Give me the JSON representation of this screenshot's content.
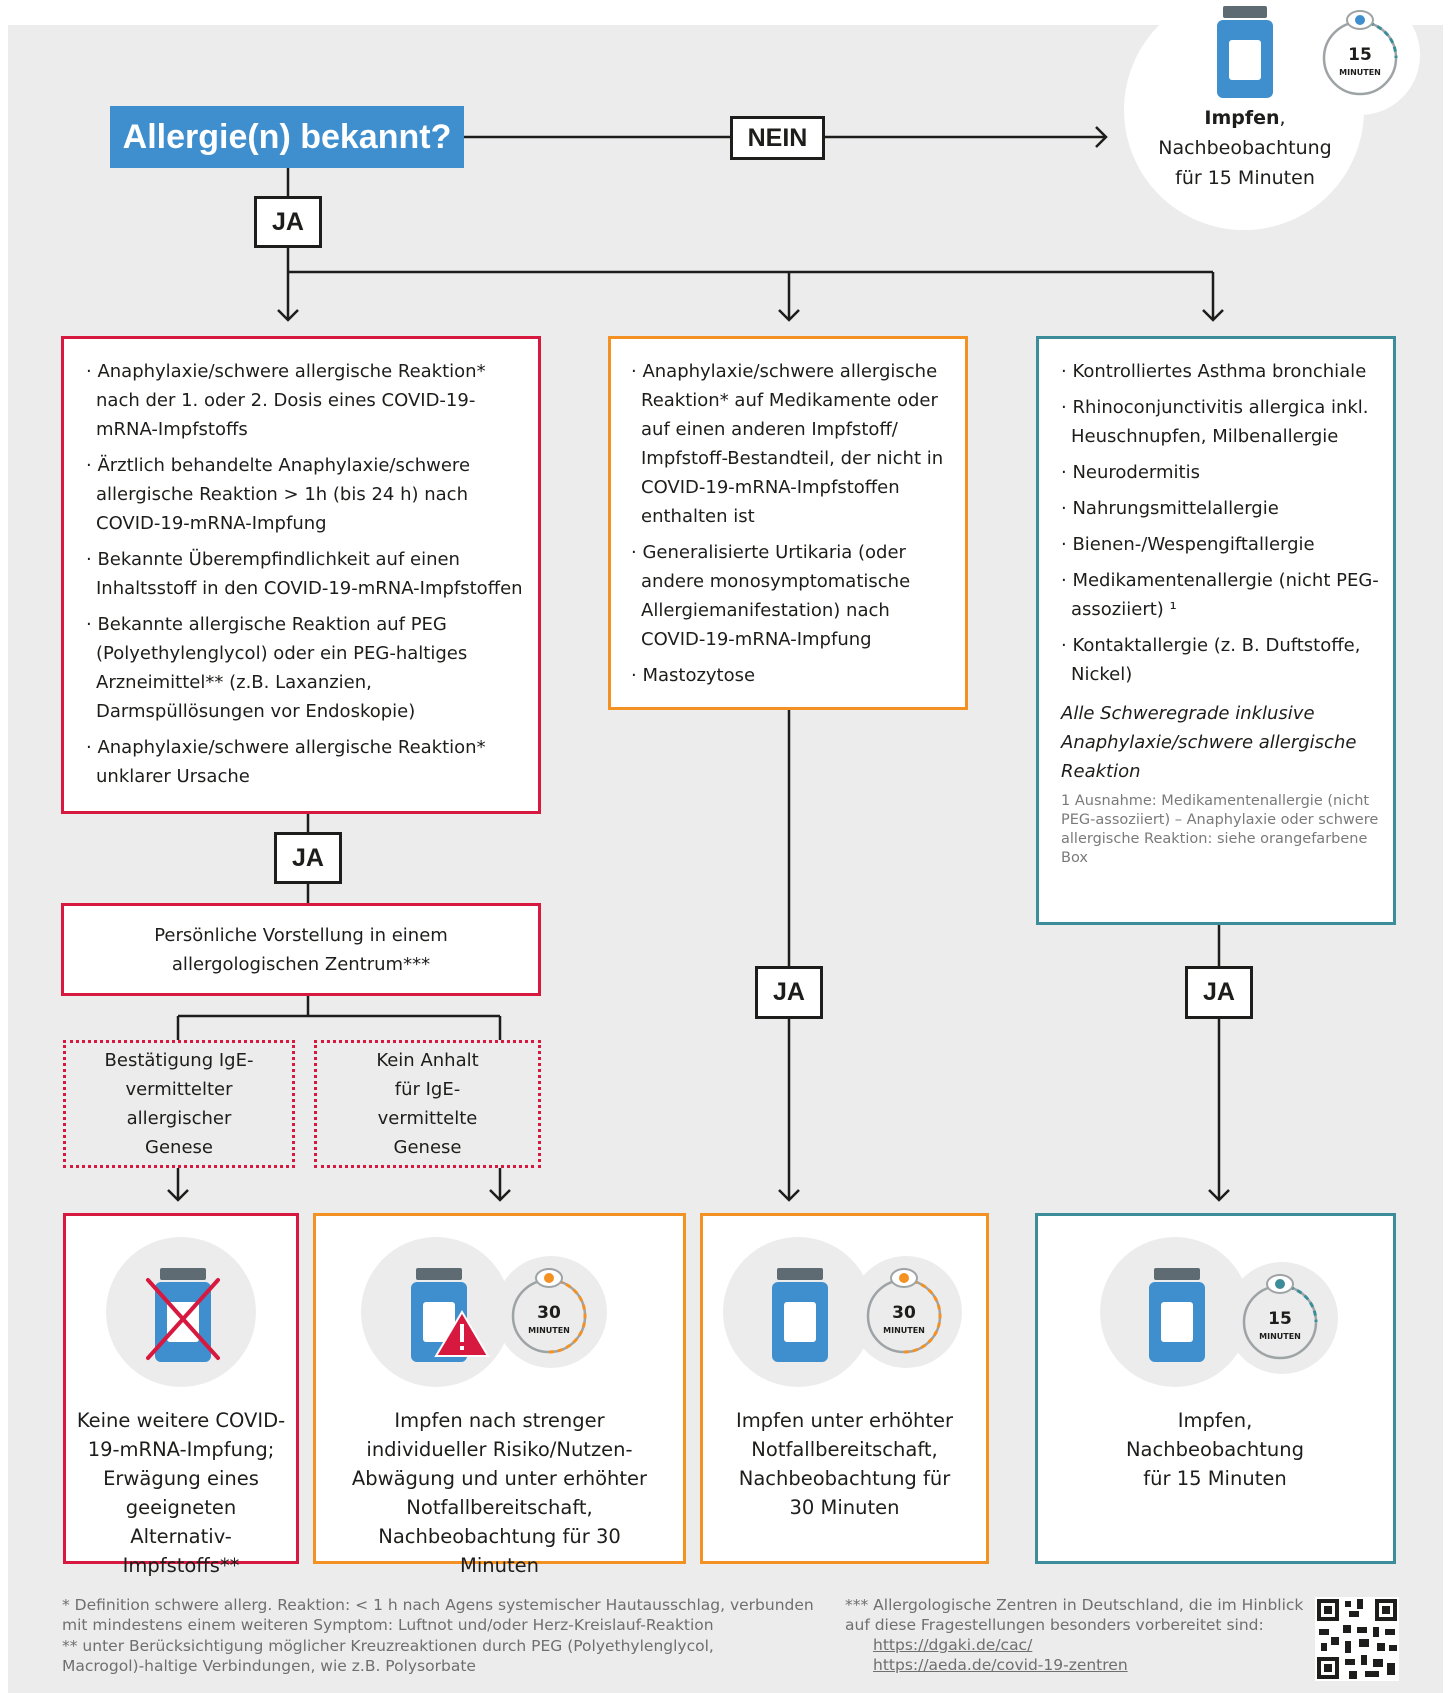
{
  "title": "Allergie(n) bekannt?",
  "labels": {
    "nein": "NEIN",
    "ja": "JA"
  },
  "top_outcome": {
    "bold": "Impfen",
    "rest": ", Nachbeobachtung für 15 Minuten",
    "timer": "15",
    "timer_unit": "MINUTEN"
  },
  "red_box": {
    "items": [
      "· Anaphylaxie/schwere allergische Reaktion* nach der 1. oder 2. Dosis eines COVID-19-mRNA-Impfstoffs",
      "· Ärztlich behandelte Anaphylaxie/schwere allergische Reaktion > 1h (bis 24 h) nach COVID-19-mRNA-Impfung",
      "· Bekannte Überempfindlichkeit auf einen Inhaltsstoff in den COVID-19-mRNA-Impfstoffen",
      "· Bekannte allergische Reaktion auf PEG (Polyethylenglycol) oder ein PEG-haltiges Arzneimittel** (z.B. Laxanzien, Darmspüllösungen vor Endoskopie)",
      "· Anaphylaxie/schwere allergische Reaktion* unklarer Ursache"
    ]
  },
  "orange_box": {
    "items": [
      "· Anaphylaxie/schwere allergische Reaktion* auf Medikamente oder auf einen anderen Impfstoff/ Impfstoff-Bestandteil, der nicht in COVID-19-mRNA-Impfstoffen enthalten ist",
      "· Generalisierte Urtikaria (oder andere monosymptomatische Allergiemanifestation) nach COVID-19-mRNA-Impfung",
      "· Mastozytose"
    ]
  },
  "teal_box": {
    "items": [
      "· Kontrolliertes Asthma bronchiale",
      "· Rhinoconjunctivitis allergica inkl. Heuschnupfen, Milbenallergie",
      "· Neurodermitis",
      "· Nahrungsmittelallergie",
      "· Bienen-/Wespengiftallergie",
      "· Medikamentenallergie (nicht PEG-assoziiert) ¹",
      "· Kontaktallergie (z. B. Duftstoffe, Nickel)"
    ],
    "note": "Alle Schweregrade inklusive Anaphylaxie/schwere allergische Reaktion",
    "footnote": "1 Ausnahme: Medikamentenallergie (nicht PEG-assoziiert) – Anaphylaxie oder schwere allergische Reaktion: siehe orangefarbene Box"
  },
  "referral": "Persönliche Vorstellung in einem allergologischen Zentrum***",
  "confirm": "Bestätigung IgE-vermittelter allergischer Genese",
  "no_evidence": "Kein Anhalt für IgE-vermittelte Genese",
  "outcomes": {
    "no_vaccine": "Keine weitere COVID-19-mRNA-Impfung; Erwägung eines geeigneten Alternativ-Impfstoffs**",
    "strict": "Impfen nach strenger individueller Risiko/Nutzen-Abwägung und unter erhöhter Notfallbereitschaft, Nachbeobachtung für 30 Minuten",
    "emergency": "Impfen unter erhöhter Notfallbereitschaft, Nachbeobachtung für 30 Minuten",
    "normal": "Impfen, Nachbeobachtung für 15 Minuten"
  },
  "timers": {
    "t30": "30",
    "t15": "15",
    "unit": "MINUTEN"
  },
  "footnotes": {
    "f1": "* Definition schwere allerg. Reaktion: < 1 h nach Agens systemischer Hautausschlag, verbunden mit mindestens einem weiteren Symptom: Luftnot und/oder Herz-Kreislauf-Reaktion",
    "f2": "** unter Berücksichtigung möglicher Kreuzreaktionen durch PEG (Polyethylenglycol, Macrogol)-haltige Verbindungen, wie z.B. Polysorbate",
    "f3": "*** Allergologische Zentren in Deutschland, die im Hinblick auf diese Fragestellungen besonders vorbereitet sind:",
    "link1": "https://dgaki.de/cac/",
    "link2": "https://aeda.de/covid-19-zentren"
  },
  "colors": {
    "blue": "#3f8fcf",
    "red": "#d7193f",
    "orange": "#f39222",
    "teal": "#3a8d99",
    "background": "#ececec"
  },
  "icons": [
    "vial-icon",
    "eye-timer-icon",
    "warning-icon",
    "cross-icon",
    "arrow-icon",
    "qr-code-icon"
  ]
}
